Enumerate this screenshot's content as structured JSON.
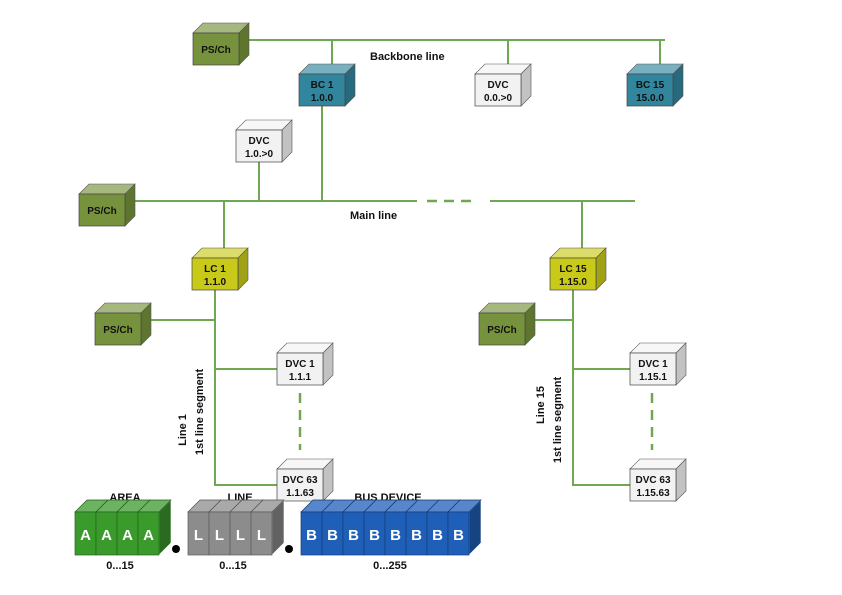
{
  "labels": {
    "backbone_line": "Backbone line",
    "main_line": "Main line",
    "line1_name": "Line 1",
    "line1_segment": "1st line segment",
    "line15_name": "Line 15",
    "line15_segment": "1st line segment"
  },
  "nodes": {
    "ps_backbone": {
      "l1": "PS/Ch",
      "l2": ""
    },
    "bc1": {
      "l1": "BC 1",
      "l2": "1.0.0"
    },
    "dvc_backbone": {
      "l1": "DVC",
      "l2": "0.0.>0"
    },
    "bc15": {
      "l1": "BC 15",
      "l2": "15.0.0"
    },
    "dvc_main": {
      "l1": "DVC",
      "l2": "1.0.>0"
    },
    "ps_main": {
      "l1": "PS/Ch",
      "l2": ""
    },
    "lc1": {
      "l1": "LC 1",
      "l2": "1.1.0"
    },
    "lc15": {
      "l1": "LC 15",
      "l2": "1.15.0"
    },
    "ps_line1": {
      "l1": "PS/Ch",
      "l2": ""
    },
    "ps_line15": {
      "l1": "PS/Ch",
      "l2": ""
    },
    "dvc1_line1": {
      "l1": "DVC 1",
      "l2": "1.1.1"
    },
    "dvc63_line1": {
      "l1": "DVC 63",
      "l2": "1.1.63"
    },
    "dvc1_line15": {
      "l1": "DVC 1",
      "l2": "1.15.1"
    },
    "dvc63_line15": {
      "l1": "DVC 63",
      "l2": "1.15.63"
    }
  },
  "address_legend": {
    "area": {
      "title": "AREA",
      "letter": "A",
      "count": 4,
      "range": "0...15"
    },
    "line": {
      "title": "LINE",
      "letter": "L",
      "count": 4,
      "range": "0...15"
    },
    "bus_device": {
      "title": "BUS DEVICE",
      "letter": "B",
      "count": 8,
      "range": "0...255"
    }
  },
  "colors": {
    "line_green": "#70a752",
    "ps_olive": "#76923c",
    "bc_teal": "#31859c",
    "lc_yellow": "#c9c91a",
    "dvc_grey": "#f2f2f2",
    "area_green": "#3a9a2c",
    "line_grey": "#8c8c8c",
    "bus_blue": "#1f5fb8"
  }
}
